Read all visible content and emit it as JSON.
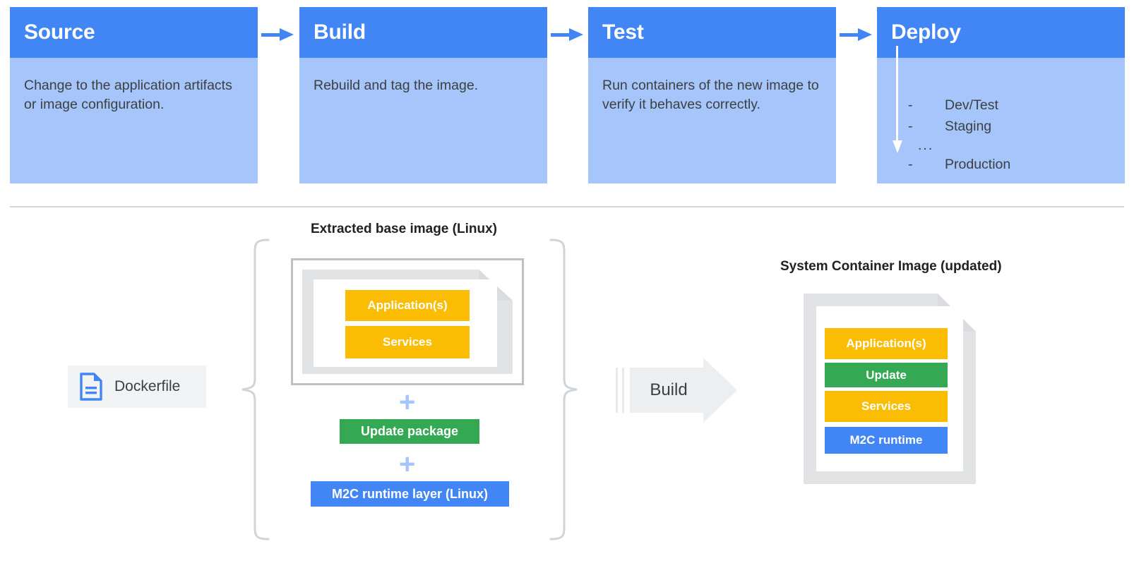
{
  "pipeline": {
    "arrow_icon": "arrow-right-icon",
    "cards": [
      {
        "title": "Source",
        "body": "Change to the application artifacts or image configuration."
      },
      {
        "title": "Build",
        "body": "Rebuild and tag the image."
      },
      {
        "title": "Test",
        "body": "Run containers of the new image to verify it behaves correctly."
      },
      {
        "title": "Deploy",
        "body": "",
        "list": [
          "Dev/Test",
          "Staging",
          "Production"
        ],
        "ellipsis": "...",
        "dash": "-"
      }
    ]
  },
  "lower": {
    "dockerfile": {
      "label": "Dockerfile",
      "icon": "document-icon"
    },
    "base_image": {
      "title": "Extracted base image (Linux)",
      "layers": [
        {
          "label": "Application(s)",
          "color": "#FBBC04"
        },
        {
          "label": "Services",
          "color": "#FBBC04"
        }
      ]
    },
    "plus_symbol": "+",
    "update_package": {
      "label": "Update package",
      "color": "#34A853"
    },
    "runtime_layer": {
      "label": "M2C runtime layer (Linux)",
      "color": "#4285F4"
    },
    "build_arrow": {
      "label": "Build",
      "icon": "arrow-right-icon"
    },
    "result_image": {
      "title": "System Container Image (updated)",
      "layers": [
        {
          "label": "Application(s)",
          "color": "#FBBC04"
        },
        {
          "label": "Update",
          "color": "#34A853"
        },
        {
          "label": "Services",
          "color": "#FBBC04"
        },
        {
          "label": "M2C runtime",
          "color": "#4285F4"
        }
      ]
    }
  },
  "colors": {
    "header_blue": "#4285F4",
    "body_blue": "#A6C5FA",
    "orange": "#FBBC04",
    "green": "#34A853",
    "gray": "#E2E3E5",
    "divider": "#D3D8DE"
  }
}
